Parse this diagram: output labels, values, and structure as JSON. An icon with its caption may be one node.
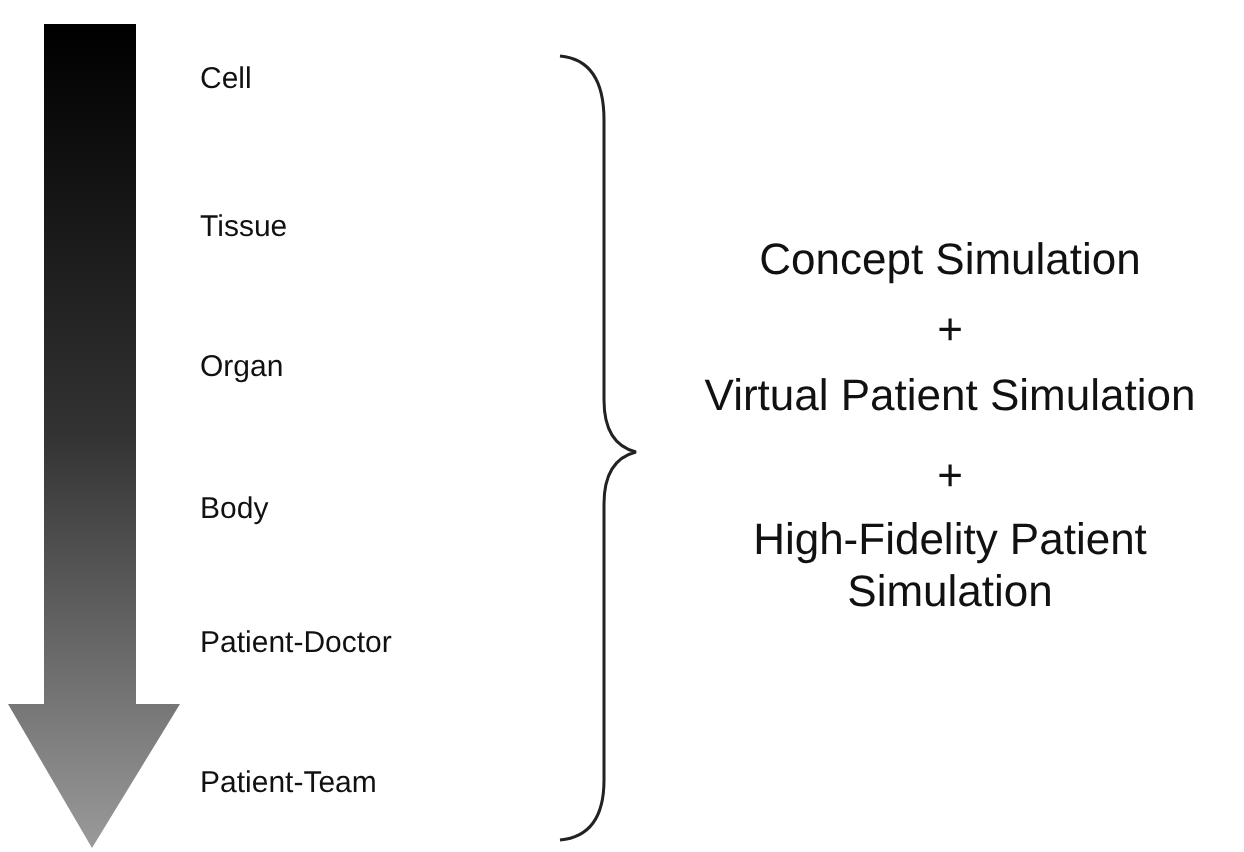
{
  "diagram": {
    "labels": [
      "Cell",
      "Tissue",
      "Organ",
      "Body",
      "Patient-Doctor",
      "Patient-Team",
      "Concept Simulation",
      "+",
      "Virtual Patient Simulation",
      "+",
      "High-Fidelity Patient Simulation"
    ]
  }
}
